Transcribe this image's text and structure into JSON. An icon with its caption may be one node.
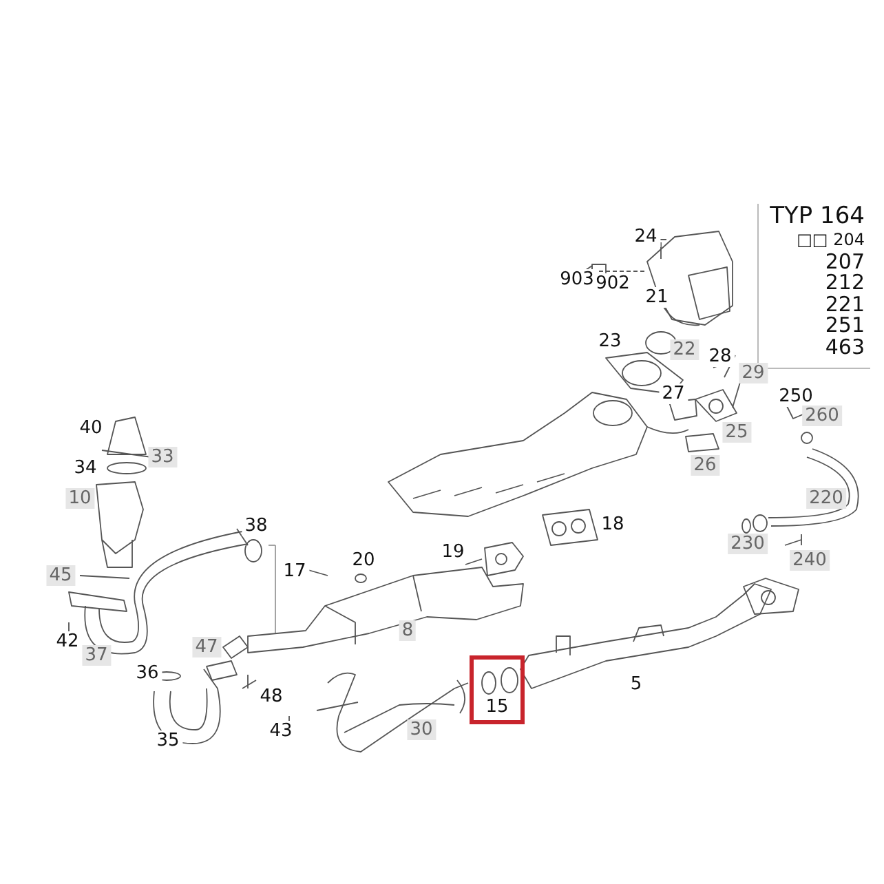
{
  "diagram": {
    "nodes": [
      {
        "text": [
          "TYP 164",
          "□□ 204",
          "207",
          "212",
          "221",
          "251",
          "463"
        ]
      },
      {
        "text": [
          "15"
        ]
      }
    ],
    "labels": [
      "24",
      "903",
      "902",
      "21",
      "23",
      "22",
      "28",
      "29",
      "27",
      "250",
      "260",
      "40",
      "25",
      "33",
      "34",
      "26",
      "10",
      "220",
      "38",
      "18",
      "230",
      "20",
      "19",
      "240",
      "45",
      "17",
      "8",
      "42",
      "37",
      "47",
      "36",
      "5",
      "48",
      "43",
      "30",
      "35"
    ]
  }
}
